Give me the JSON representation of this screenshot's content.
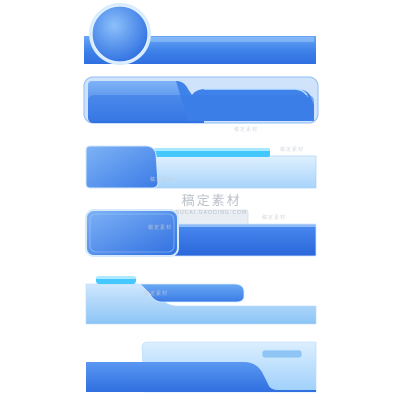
{
  "colors": {
    "deep_blue": "#2f6fe0",
    "mid_blue": "#4f8ff2",
    "light_blue": "#9fd0fb",
    "pale_blue": "#cfe9fd",
    "highlight_cyan": "#45c8ff"
  },
  "watermark": {
    "main": "稿定素材",
    "sub": "SUCAI.GAODING.COM",
    "small": "稿定素材"
  }
}
